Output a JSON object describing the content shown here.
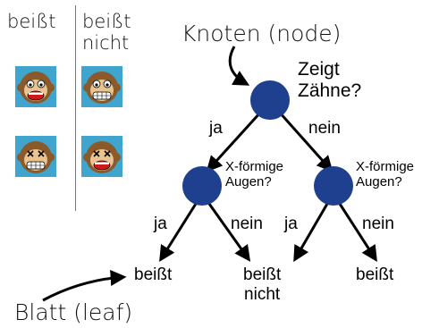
{
  "legend": {
    "bites_header": "beißt",
    "notbites_header_line1": "beißt",
    "notbites_header_line2": "nicht"
  },
  "tree": {
    "root": {
      "question_line1": "Zeigt",
      "question_line2": "Zähne?"
    },
    "left_node": {
      "question_line1": "X-förmige",
      "question_line2": "Augen?"
    },
    "right_node": {
      "question_line1": "X-förmige",
      "question_line2": "Augen?"
    },
    "edges": {
      "root_left": "ja",
      "root_right": "nein",
      "left_left": "ja",
      "left_right": "nein",
      "right_left": "ja",
      "right_right": "nein"
    },
    "leaves": {
      "leaf1": "beißt",
      "leaf2_line1": "beißt",
      "leaf2_line2": "nicht",
      "leaf3": "beißt"
    }
  },
  "annotations": {
    "node_label": "Knoten (node)",
    "leaf_label": "Blatt (leaf)"
  },
  "colors": {
    "node": "#1f3f8f",
    "tile_bg": "#3fa5cf",
    "monkey_fur": "#8a5a2b",
    "monkey_face": "#e9c48f"
  }
}
